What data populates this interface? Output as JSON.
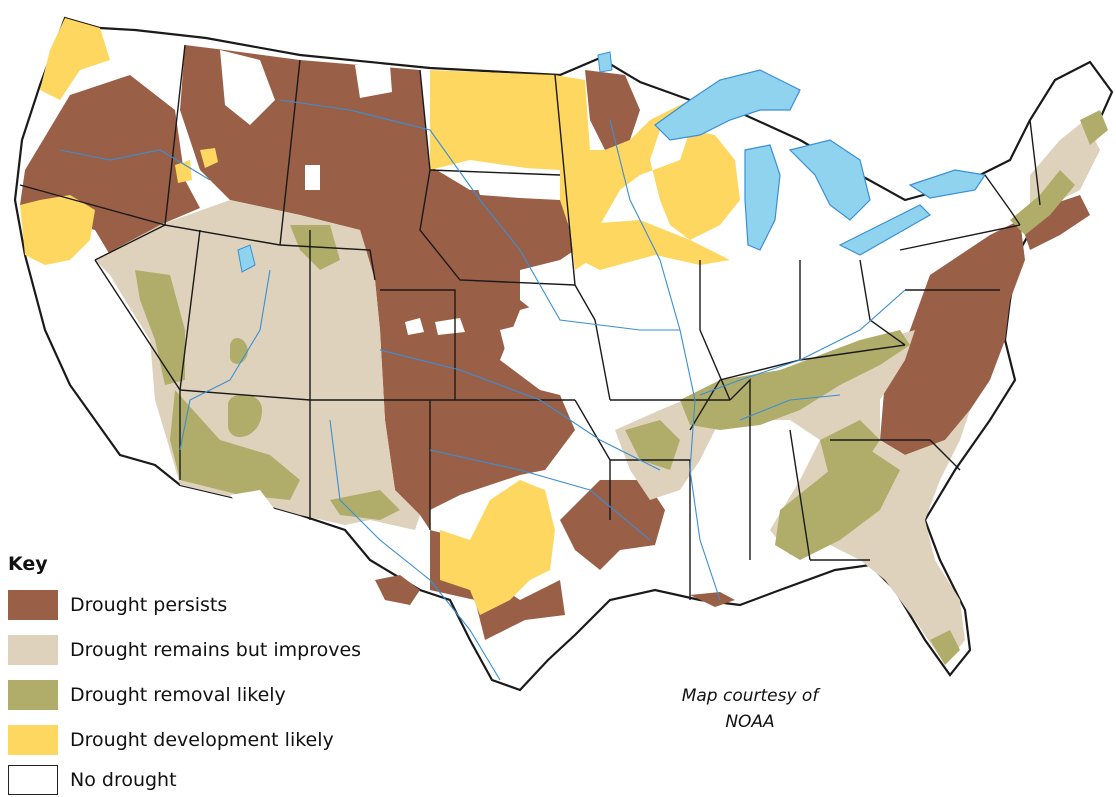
{
  "map": {
    "region": "Contiguous United States",
    "colors": {
      "background": "#ffffff",
      "state_border": "#1a1a1a",
      "rivers_lakes": "#3a8fd6",
      "great_lakes": "#8fd3ee"
    }
  },
  "legend": {
    "title": "Key",
    "items": [
      {
        "label": "Drought persists",
        "color": "#9a5f47"
      },
      {
        "label": "Drought remains but improves",
        "color": "#dfd2bc"
      },
      {
        "label": "Drought removal likely",
        "color": "#b0ad6a"
      },
      {
        "label": "Drought development likely",
        "color": "#fdd75f"
      },
      {
        "label": "No drought",
        "color": "#ffffff"
      }
    ]
  },
  "credit": {
    "line1": "Map courtesy of",
    "line2": "NOAA"
  }
}
